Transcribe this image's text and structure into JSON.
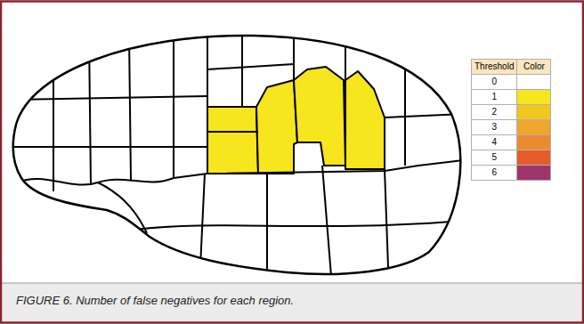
{
  "diagram": {
    "caption": "FIGURE 6. Number of false negatives for each region.",
    "labels": [
      "Threshold",
      "Color"
    ],
    "legend": [
      {
        "text": "0",
        "color": "#ffffff"
      },
      {
        "text": "1",
        "color": "#f7e51d"
      },
      {
        "text": "2",
        "color": "#f2c61f"
      },
      {
        "text": "3",
        "color": "#eea62d"
      },
      {
        "text": "4",
        "color": "#ea8c2c"
      },
      {
        "text": "5",
        "color": "#e65c2a"
      },
      {
        "text": "6",
        "color": "#9e356b"
      }
    ]
  }
}
